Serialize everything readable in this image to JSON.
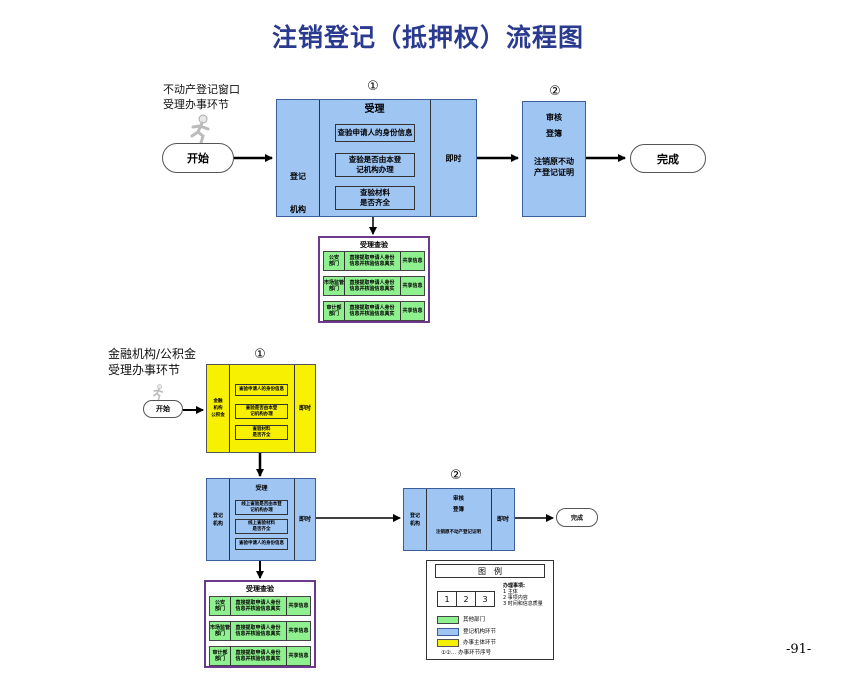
{
  "title": "注销登记（抵押权）流程图",
  "top": {
    "window_note": [
      "不动产登记窗口",
      "受理办事环节"
    ],
    "start": "开始",
    "marker1": "①",
    "marker2": "②",
    "accept_title": "受理",
    "org_label": [
      "登记",
      "机构"
    ],
    "tasks": [
      "查验申请人的身份信息",
      "查验是否由本登\n记机构办理",
      "查验材料\n是否齐全"
    ],
    "instant": "即时",
    "review": {
      "l1": "审核",
      "l2": "登簿",
      "l3": "注销原不动\n产登记证明"
    },
    "done": "完成",
    "share": {
      "title": "受理查验",
      "rows": [
        [
          "公安\n部门",
          "直接提取申请人身份\n信息并核验信息真实",
          "共享信息"
        ],
        [
          "市场监管\n部门",
          "直接提取申请人身份\n信息并核验信息真实",
          "共享信息"
        ],
        [
          "审计部\n部门",
          "直接提取申请人身份\n信息并核验信息真实",
          "共享信息"
        ]
      ]
    }
  },
  "bottom": {
    "window_note": [
      "金融机构/公积金",
      "受理办事环节"
    ],
    "start": "开始",
    "marker1": "①",
    "marker2": "②",
    "bank_label": "金融\n机构\n公积金",
    "bank_tasks": [
      "查验申请人的身份信息",
      "查验是否由本登\n记机构办理",
      "查验材料\n是否齐全"
    ],
    "instant": "即时",
    "accept_title": "受理",
    "org_label": "登记\n机构",
    "tasks": [
      "线上查验是否由本登\n记机构办理",
      "线上查验材料\n是否齐全",
      "查验申请人的身份信息"
    ],
    "review": {
      "org": "登记\n机构",
      "l1": "审核",
      "l2": "登簿",
      "l3": "注销原不动产登记证明"
    },
    "done": "完成",
    "share": {
      "title": "受理查验",
      "rows": [
        [
          "公安\n部门",
          "直接提取申请人身份\n信息并核验信息真实",
          "共享信息"
        ],
        [
          "市场监管\n部门",
          "直接提取申请人身份\n信息并核验信息真实",
          "共享信息"
        ],
        [
          "审计部\n部门",
          "直接提取申请人身份\n信息并核验信息真实",
          "共享信息"
        ]
      ]
    }
  },
  "legend": {
    "title": "图　例",
    "nums": [
      "1",
      "2",
      "3"
    ],
    "heading": "办理事项:",
    "items": [
      "1 主体",
      "2 事项内容",
      "3 时间和信息质量"
    ],
    "other_dept": "其他部门",
    "reg_org": "登记机构环节",
    "main_body": "办事主体环节",
    "order": "①②… 办事环节序号",
    "colors": {
      "green": "#8ff08f",
      "blue": "#9fc5f2",
      "yellow": "#f7f000"
    }
  },
  "page_number": "-91-"
}
